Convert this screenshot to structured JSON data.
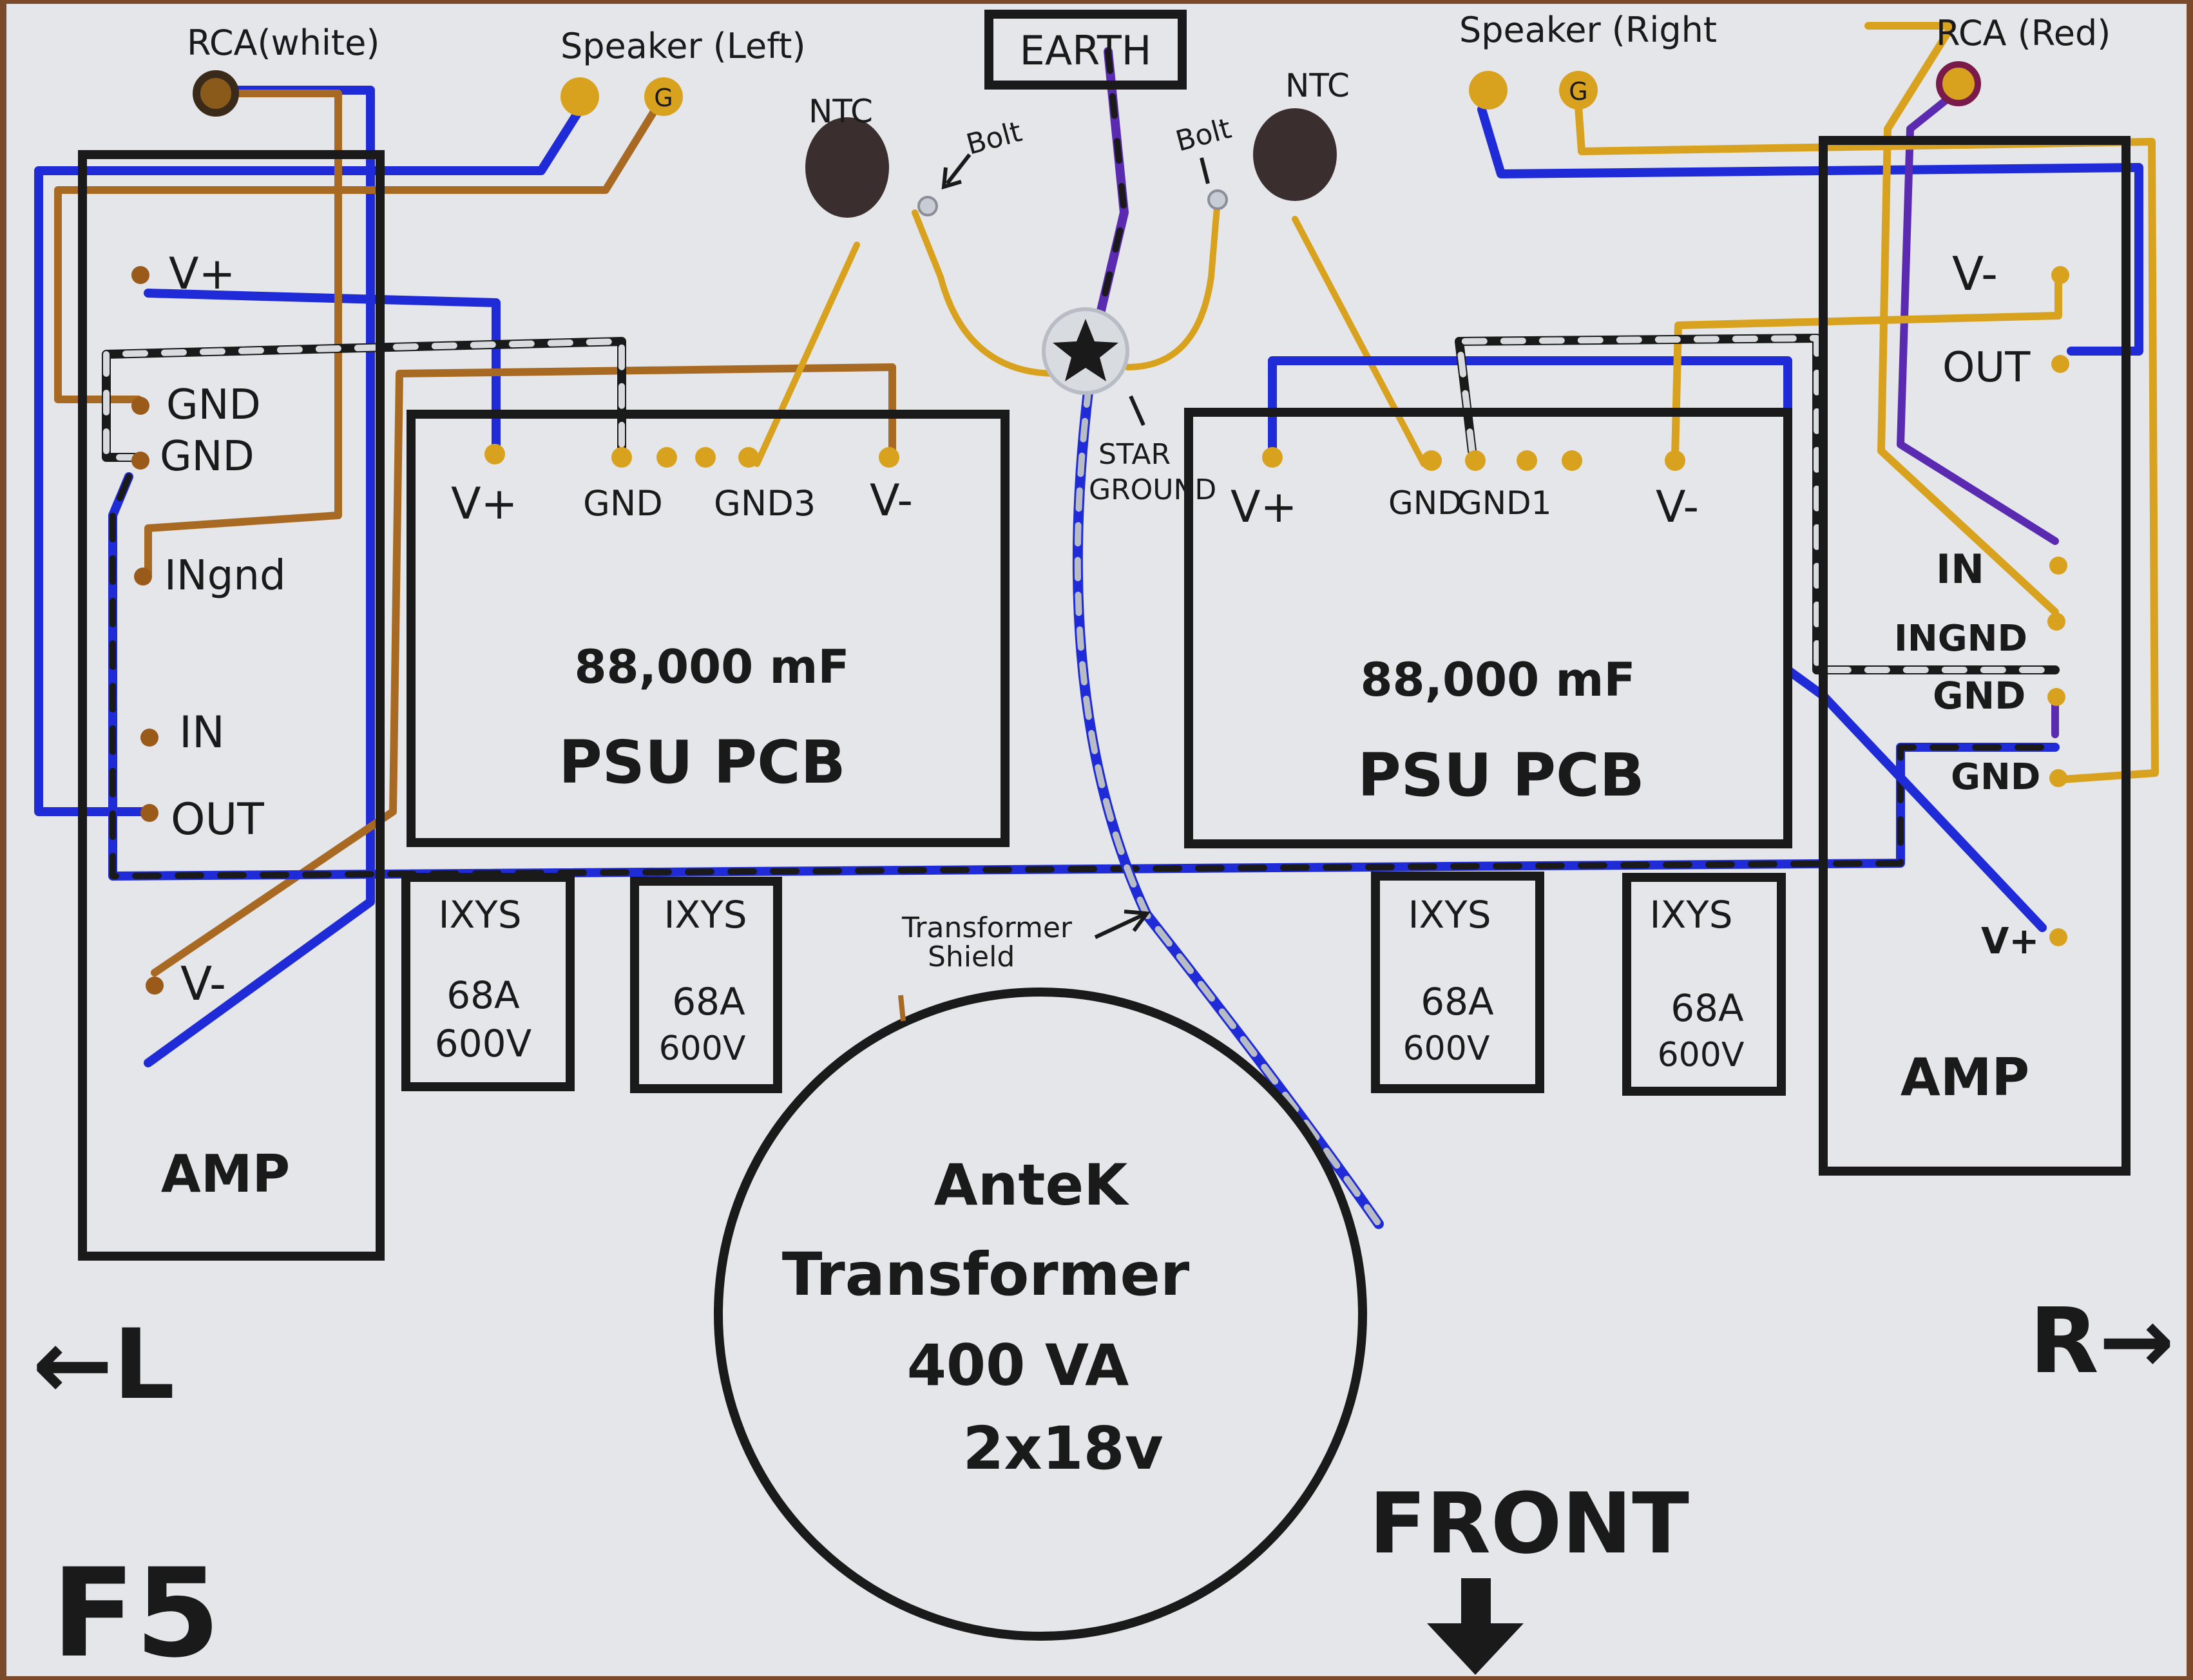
{
  "colors": {
    "paper": "#e4e6ea",
    "ink": "#1a1a1a",
    "blue_wire": "#1f2bd6",
    "gold_wire": "#d9a21e",
    "brown_wire": "#a86a22",
    "purple_wire": "#5a2bb0",
    "shield_dash": "#b8bcc4",
    "pad_gold": "#d9a21e",
    "pad_brown": "#9a5a1a"
  },
  "connectors": {
    "rca_left": "RCA(white)",
    "speaker_left": "Speaker (Left)",
    "earth": "EARTH",
    "speaker_right": "Speaker (Right",
    "rca_right": "RCA (Red)",
    "speaker_ground_mark": "G"
  },
  "ntc_left": {
    "label": "NTC",
    "bolt": "Bolt"
  },
  "ntc_right": {
    "label": "NTC",
    "bolt": "Bolt"
  },
  "star_ground": {
    "line1": "STAR",
    "line2": "GROUND"
  },
  "amp_left": {
    "title": "AMP",
    "pins": [
      "V+",
      "GND",
      "GND",
      "INgnd",
      "IN",
      "OUT",
      "V-"
    ]
  },
  "amp_right": {
    "title": "AMP",
    "pins": [
      "V-",
      "OUT",
      "IN",
      "INGND",
      "GND",
      "GND",
      "V+"
    ]
  },
  "psu_left": {
    "capacitance": "88,000 mF",
    "title": "PSU PCB",
    "pins": [
      "V+",
      "GND",
      "GND3",
      "V-"
    ]
  },
  "psu_right": {
    "capacitance": "88,000 mF",
    "title": "PSU PCB",
    "pins": [
      "V+",
      "GND",
      "GND1",
      "V-"
    ]
  },
  "rectifiers": [
    {
      "maker": "IXYS",
      "current": "68A",
      "voltage": "600V"
    },
    {
      "maker": "IXYS",
      "current": "68A",
      "voltage": "600V"
    },
    {
      "maker": "IXYS",
      "current": "68A",
      "voltage": "600V"
    },
    {
      "maker": "IXYS",
      "current": "68A",
      "voltage": "600V"
    }
  ],
  "transformer": {
    "line1": "AnteK",
    "line2": "Transformer",
    "line3": "400 VA",
    "line4": "2x18v",
    "shield_label_1": "Transformer",
    "shield_label_2": "Shield"
  },
  "markers": {
    "left": "←L",
    "right": "R→",
    "front": "FRONT",
    "project": "F5"
  }
}
